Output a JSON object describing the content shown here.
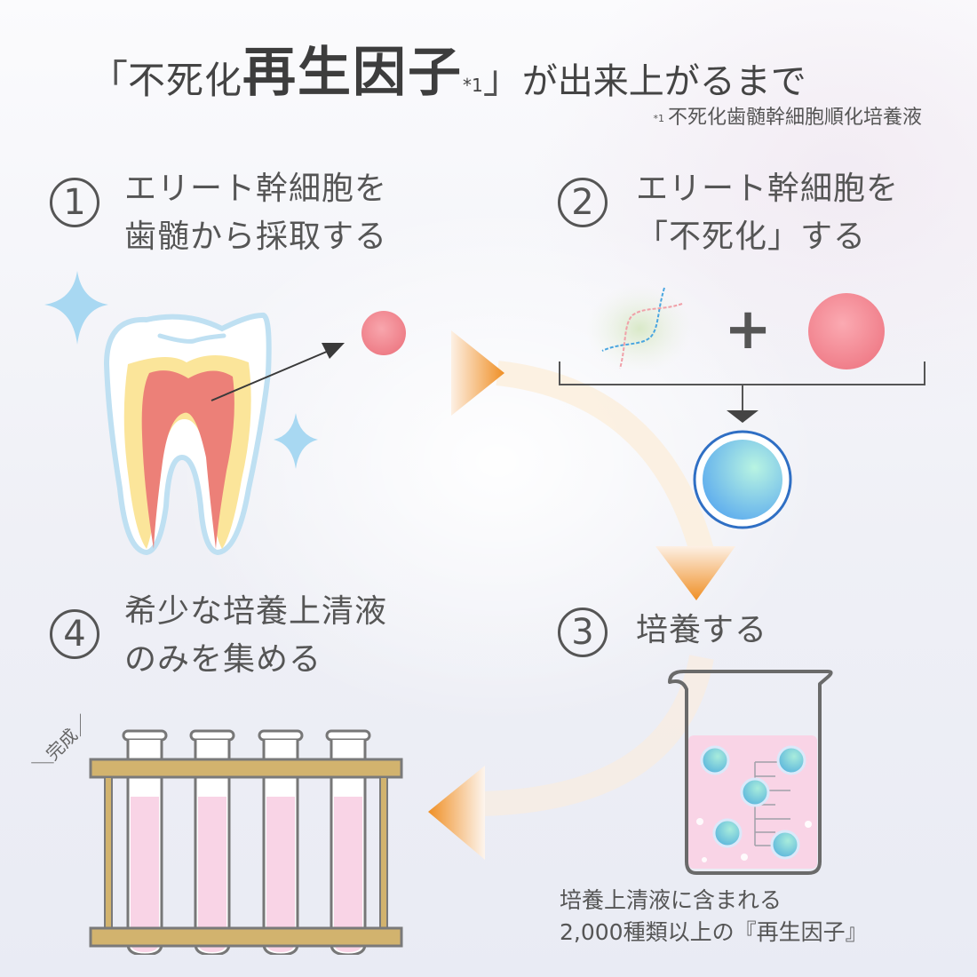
{
  "title": {
    "open_bracket": "「",
    "prefix": "不死化",
    "emphasis": "再生因子",
    "note_mark": "*1",
    "close_bracket": "」",
    "suffix": "が出来上がるまで"
  },
  "footnote": {
    "mark": "*1",
    "text": "不死化歯髄幹細胞順化培養液"
  },
  "steps": [
    {
      "number": "1",
      "line1": "エリート幹細胞を",
      "line2": "歯髄から採取する"
    },
    {
      "number": "2",
      "line1": "エリート幹細胞を",
      "line2": "「不死化」する"
    },
    {
      "number": "3",
      "line1": "培養する",
      "line2": ""
    },
    {
      "number": "4",
      "line1": "希少な培養上清液",
      "line2": "のみを集める"
    }
  ],
  "step3_caption": {
    "line1": "培養上清液に含まれる",
    "line2": "2,000種類以上の『再生因子』"
  },
  "completion_label": "＼完成／",
  "plus_sign": "+",
  "colors": {
    "text": "#555555",
    "arrow_orange": "#f0952e",
    "arc_cream": "#fbeedd",
    "pulp_red": "#ec8078",
    "dentin_yellow": "#fbe59a",
    "tooth_outline": "#bfe0f2",
    "stem_cell_pink": "#f0808a",
    "immortal_cell_blue": "#6fb8ec",
    "liquid_pink": "#f9d4e6",
    "rack_wood": "#d2b36e",
    "sparkle_blue": "#a8d8f2"
  }
}
